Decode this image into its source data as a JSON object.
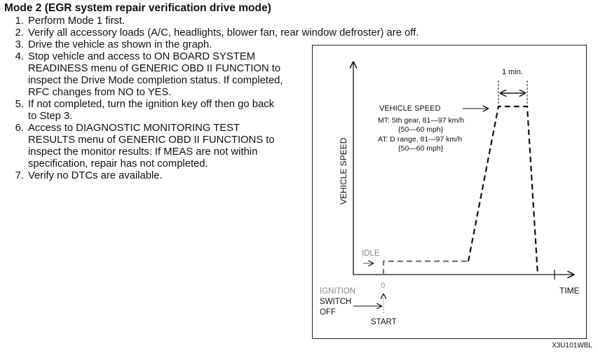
{
  "title": "Mode 2 (EGR system repair verification drive mode)",
  "steps": [
    {
      "num": "1.",
      "text": "Perform Mode 1 first."
    },
    {
      "num": "2.",
      "text": "Verify all accessory loads (A/C, headlights, blower fan, rear window defroster) are off."
    },
    {
      "num": "3.",
      "text": "Drive the vehicle as shown in the graph."
    },
    {
      "num": "4.",
      "text": "Stop vehicle and access to ON BOARD SYSTEM READINESS menu of GENERIC OBD II FUNCTION to inspect the Drive Mode completion status. If completed, RFC changes from NO to YES."
    },
    {
      "num": "5.",
      "text": "If not completed, turn the ignition key off then go back to Step 3."
    },
    {
      "num": "6.",
      "text": "Access to DIAGNOSTIC MONITORING TEST RESULTS menu of GENERIC OBD II FUNCTIONS to inspect the monitor results. If MEAS are not within specification, repair has not completed."
    },
    {
      "num": "7.",
      "text": "Verify no DTCs are available."
    }
  ],
  "graph": {
    "y_axis_label": "VEHICLE SPEED",
    "x_axis_label": "TIME",
    "duration_label": "1 min.",
    "speed_heading": "VEHICLE SPEED",
    "mt_line1": "MT:  5th gear, 81—97 km/h",
    "mt_line2": "{50—60 mph}",
    "at_line1": "AT:  D range, 81—97 km/h",
    "at_line2": "{50—60 mph}",
    "idle_label": "IDLE",
    "zero_label": "0",
    "ignition_line1": "IGNITION",
    "ignition_line2": "SWITCH",
    "ignition_line3": "OFF",
    "start_label": "START"
  },
  "figure_code": "X3U101WBL"
}
